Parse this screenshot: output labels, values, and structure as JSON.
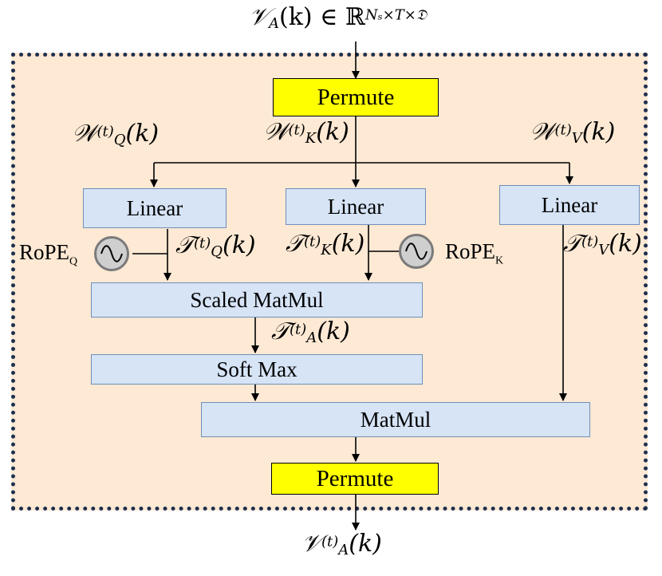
{
  "input_label": {
    "v": "𝒱",
    "sub": "A",
    "arg": "(k) ∈ ℝ",
    "sup": "Nₛ×T×𝔇"
  },
  "output_label": {
    "v": "𝒱",
    "sub": "A",
    "sup": "(t)",
    "arg": "(k)"
  },
  "boxes": {
    "permute_top": "Permute",
    "linear_q": "Linear",
    "linear_k": "Linear",
    "linear_v": "Linear",
    "scaled_matmul": "Scaled MatMul",
    "softmax": "Soft Max",
    "matmul": "MatMul",
    "permute_bottom": "Permute"
  },
  "weights": {
    "q": {
      "w": "𝒲",
      "sub": "Q",
      "sup": "(t)",
      "arg": "(k)"
    },
    "k": {
      "w": "𝒲",
      "sub": "K",
      "sup": "(t)",
      "arg": "(k)"
    },
    "v": {
      "w": "𝒲",
      "sub": "V",
      "sup": "(t)",
      "arg": "(k)"
    }
  },
  "tensors": {
    "q": {
      "t": "𝒯",
      "sub": "Q",
      "sup": "(t)",
      "arg": "(k)"
    },
    "k": {
      "t": "𝒯",
      "sub": "K",
      "sup": "(t)",
      "arg": "(k)"
    },
    "v": {
      "t": "𝒯",
      "sub": "V",
      "sup": "(t)",
      "arg": "(k)"
    },
    "a": {
      "t": "𝒯",
      "sub": "A",
      "sup": "(t)",
      "arg": "(k)"
    }
  },
  "rope": {
    "q": {
      "text": "RoPE",
      "sub": "Q"
    },
    "k": {
      "text": "RoPE",
      "sub": "K"
    }
  },
  "colors": {
    "frame_fill": "#fde9d4",
    "frame_border": "#1f2f4f",
    "box_fill": "#d6e4f6",
    "permute_fill": "#ffff00"
  }
}
